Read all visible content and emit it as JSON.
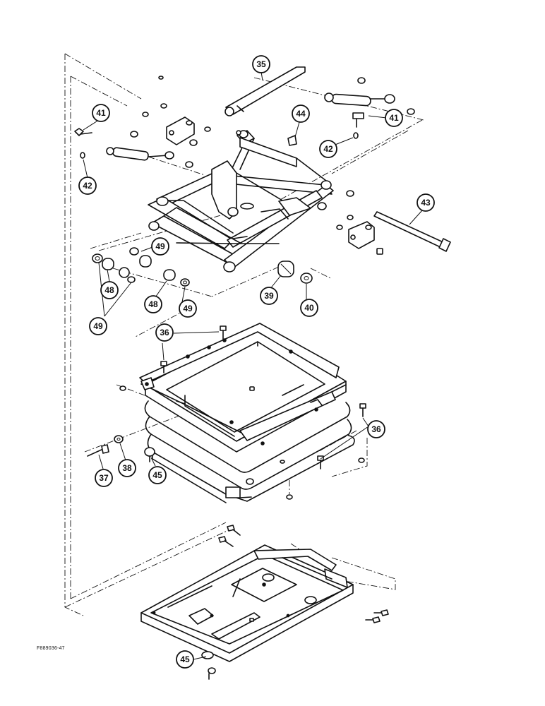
{
  "figure_code": "F889036-47",
  "callouts": [
    {
      "id": "c35",
      "label": "35"
    },
    {
      "id": "c41a",
      "label": "41"
    },
    {
      "id": "c41b",
      "label": "41"
    },
    {
      "id": "c44",
      "label": "44"
    },
    {
      "id": "c42a",
      "label": "42"
    },
    {
      "id": "c42b",
      "label": "42"
    },
    {
      "id": "c43",
      "label": "43"
    },
    {
      "id": "c49a",
      "label": "49"
    },
    {
      "id": "c48a",
      "label": "48"
    },
    {
      "id": "c48b",
      "label": "48"
    },
    {
      "id": "c49b",
      "label": "49"
    },
    {
      "id": "c49c",
      "label": "49"
    },
    {
      "id": "c39",
      "label": "39"
    },
    {
      "id": "c40",
      "label": "40"
    },
    {
      "id": "c36a",
      "label": "36"
    },
    {
      "id": "c36b",
      "label": "36"
    },
    {
      "id": "c37",
      "label": "37"
    },
    {
      "id": "c38",
      "label": "38"
    },
    {
      "id": "c45a",
      "label": "45"
    },
    {
      "id": "c45b",
      "label": "45"
    }
  ]
}
